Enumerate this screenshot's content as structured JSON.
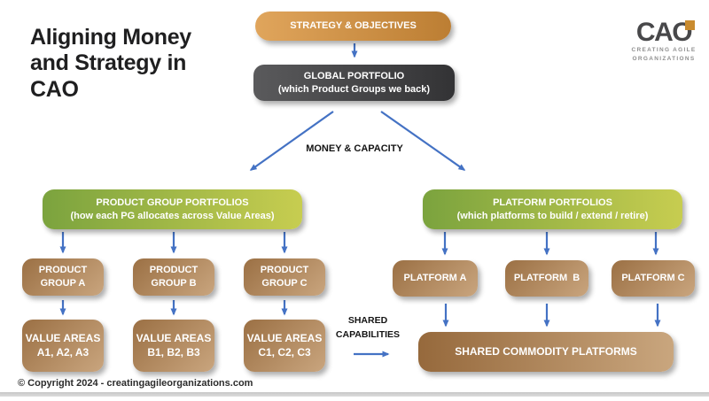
{
  "slide": {
    "title_line1": "Aligning Money",
    "title_line2": "and Strategy in",
    "title_line3": "CAO",
    "copyright": "© Copyright 2024 - creatingagileorganizations.com"
  },
  "logo": {
    "brand": "CAO",
    "tagline1": "CREATING AGILE",
    "tagline2": "ORGANIZATIONS"
  },
  "labels": {
    "money_capacity": "MONEY & CAPACITY",
    "shared_capabilities_1": "SHARED",
    "shared_capabilities_2": "CAPABILITIES"
  },
  "nodes": {
    "strategy": {
      "line1": "STRATEGY & OBJECTIVES"
    },
    "global_portfolio": {
      "line1": "GLOBAL PORTFOLIO",
      "line2": "(which Product Groups we back)"
    },
    "product_group_portfolios": {
      "line1": "PRODUCT GROUP PORTFOLIOS",
      "line2": "(how each PG allocates across Value Areas)"
    },
    "platform_portfolios": {
      "line1": "PLATFORM PORTFOLIOS",
      "line2": "(which platforms to build / extend / retire)"
    },
    "product_group_a": {
      "line1": "PRODUCT",
      "line2": "GROUP A"
    },
    "product_group_b": {
      "line1": "PRODUCT",
      "line2": "GROUP B"
    },
    "product_group_c": {
      "line1": "PRODUCT",
      "line2": "GROUP C"
    },
    "platform_a": {
      "line1": "PLATFORM A"
    },
    "platform_b": {
      "line1": "PLATFORM  B"
    },
    "platform_c": {
      "line1": "PLATFORM C"
    },
    "value_areas_a": {
      "line1": "VALUE AREAS",
      "line2": "A1, A2, A3"
    },
    "value_areas_b": {
      "line1": "VALUE AREAS",
      "line2": "B1, B2, B3"
    },
    "value_areas_c": {
      "line1": "VALUE AREAS",
      "line2": "C1, C2, C3"
    },
    "shared_commodity": {
      "line1": "SHARED COMMODITY PLATFORMS"
    }
  },
  "edges": [
    {
      "from": "strategy",
      "to": "global_portfolio"
    },
    {
      "from": "global_portfolio",
      "to": "product_group_portfolios",
      "label": "MONEY & CAPACITY"
    },
    {
      "from": "global_portfolio",
      "to": "platform_portfolios",
      "label": "MONEY & CAPACITY"
    },
    {
      "from": "product_group_portfolios",
      "to": "product_group_a"
    },
    {
      "from": "product_group_portfolios",
      "to": "product_group_b"
    },
    {
      "from": "product_group_portfolios",
      "to": "product_group_c"
    },
    {
      "from": "platform_portfolios",
      "to": "platform_a"
    },
    {
      "from": "platform_portfolios",
      "to": "platform_b"
    },
    {
      "from": "platform_portfolios",
      "to": "platform_c"
    },
    {
      "from": "product_group_a",
      "to": "value_areas_a"
    },
    {
      "from": "product_group_b",
      "to": "value_areas_b"
    },
    {
      "from": "product_group_c",
      "to": "value_areas_c"
    },
    {
      "from": "platform_a",
      "to": "shared_commodity"
    },
    {
      "from": "platform_b",
      "to": "shared_commodity"
    },
    {
      "from": "platform_c",
      "to": "shared_commodity"
    },
    {
      "from": "shared_capabilities_label",
      "to": "shared_commodity",
      "label": "SHARED CAPABILITIES"
    }
  ],
  "colors": {
    "arrow": "#4472c4",
    "orange_start": "#e0a55c",
    "orange_end": "#bc7e33",
    "dark_start": "#5a5a5c",
    "dark_end": "#333335",
    "green_start": "#7ba33e",
    "green_end": "#c7cd50",
    "tan_dark": "#9b7044",
    "tan_light": "#c9a57e",
    "logo_accent": "#c98b2f",
    "title_text": "#1f1f20",
    "box_text": "#ffffff"
  }
}
